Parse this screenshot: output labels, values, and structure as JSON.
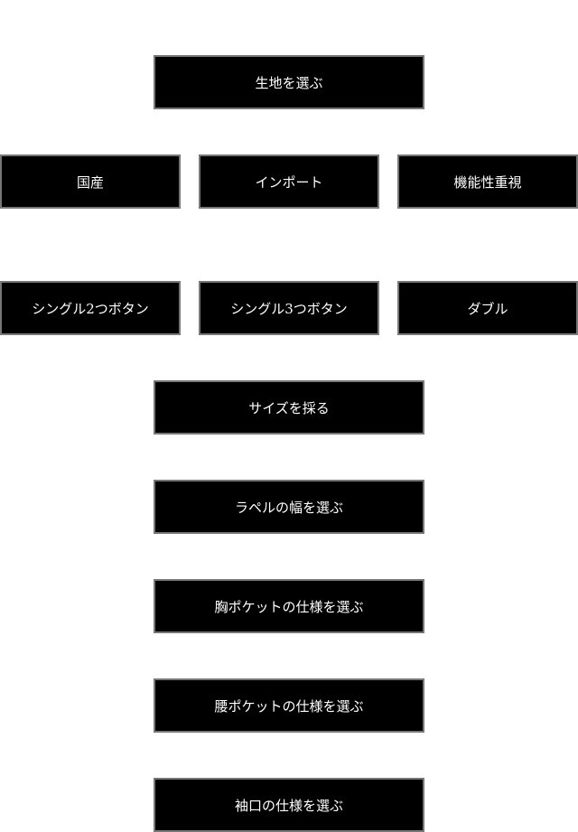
{
  "steps": {
    "fabric": "生地を選ぶ",
    "domestic": "国産",
    "import": "インポート",
    "functional": "機能性重視",
    "single2": "シングル2つボタン",
    "single3": "シングル3つボタン",
    "double": "ダブル",
    "size": "サイズを採る",
    "lapel": "ラペルの幅を選ぶ",
    "chest_pocket": "胸ポケットの仕様を選ぶ",
    "waist_pocket": "腰ポケットの仕様を選ぶ",
    "cuff": "袖口の仕様を選ぶ"
  }
}
